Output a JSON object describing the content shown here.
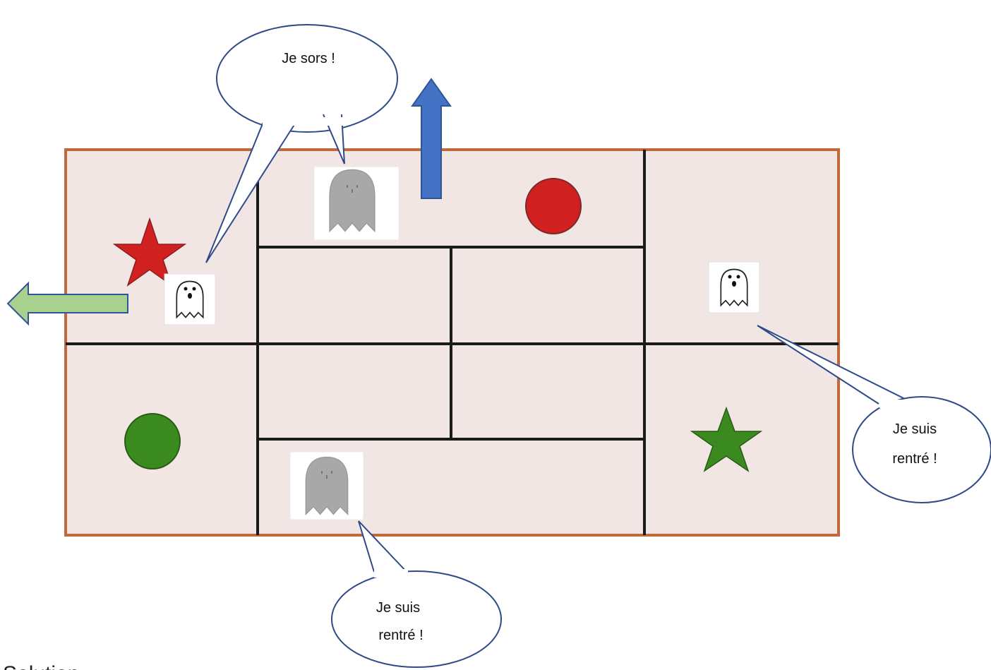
{
  "colors": {
    "board_fill": "#f2e6e4",
    "board_border": "#c0693a",
    "grid_line": "#1a1a1a",
    "red": "#d02020",
    "green": "#3a8a20",
    "blue_arrow": "#4472c4",
    "green_arrow": "#a9d18e",
    "bubble_stroke": "#2f4a8a"
  },
  "bubbles": {
    "top": {
      "text": "Je sors !"
    },
    "right": {
      "line1": "Je suis",
      "line2": "rentré !"
    },
    "bottom": {
      "line1": "Je suis",
      "line2": "rentré !"
    }
  },
  "caption": "Solution",
  "pieces": {
    "star_red": {
      "icon": "red-star-icon"
    },
    "circle_red": {
      "icon": "red-circle-icon"
    },
    "circle_green": {
      "icon": "green-circle-icon"
    },
    "star_green": {
      "icon": "green-star-icon"
    },
    "ghosts": [
      "ghost-white-left",
      "ghost-grey-top",
      "ghost-white-right",
      "ghost-grey-bottom"
    ],
    "arrows": [
      "up-arrow-icon",
      "left-arrow-icon"
    ]
  }
}
